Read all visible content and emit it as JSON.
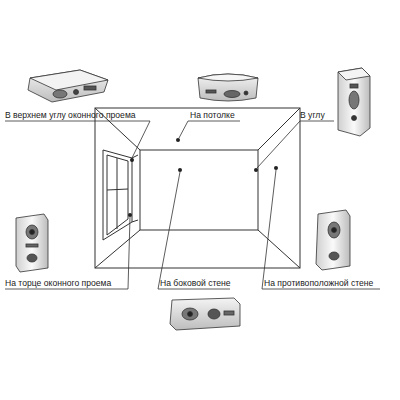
{
  "diagram": {
    "labels": [
      "В верхнем углу оконного проема",
      "На потолке",
      "В углу",
      "На торце оконного проема",
      "На боковой стене",
      "На противоположной стене"
    ]
  }
}
